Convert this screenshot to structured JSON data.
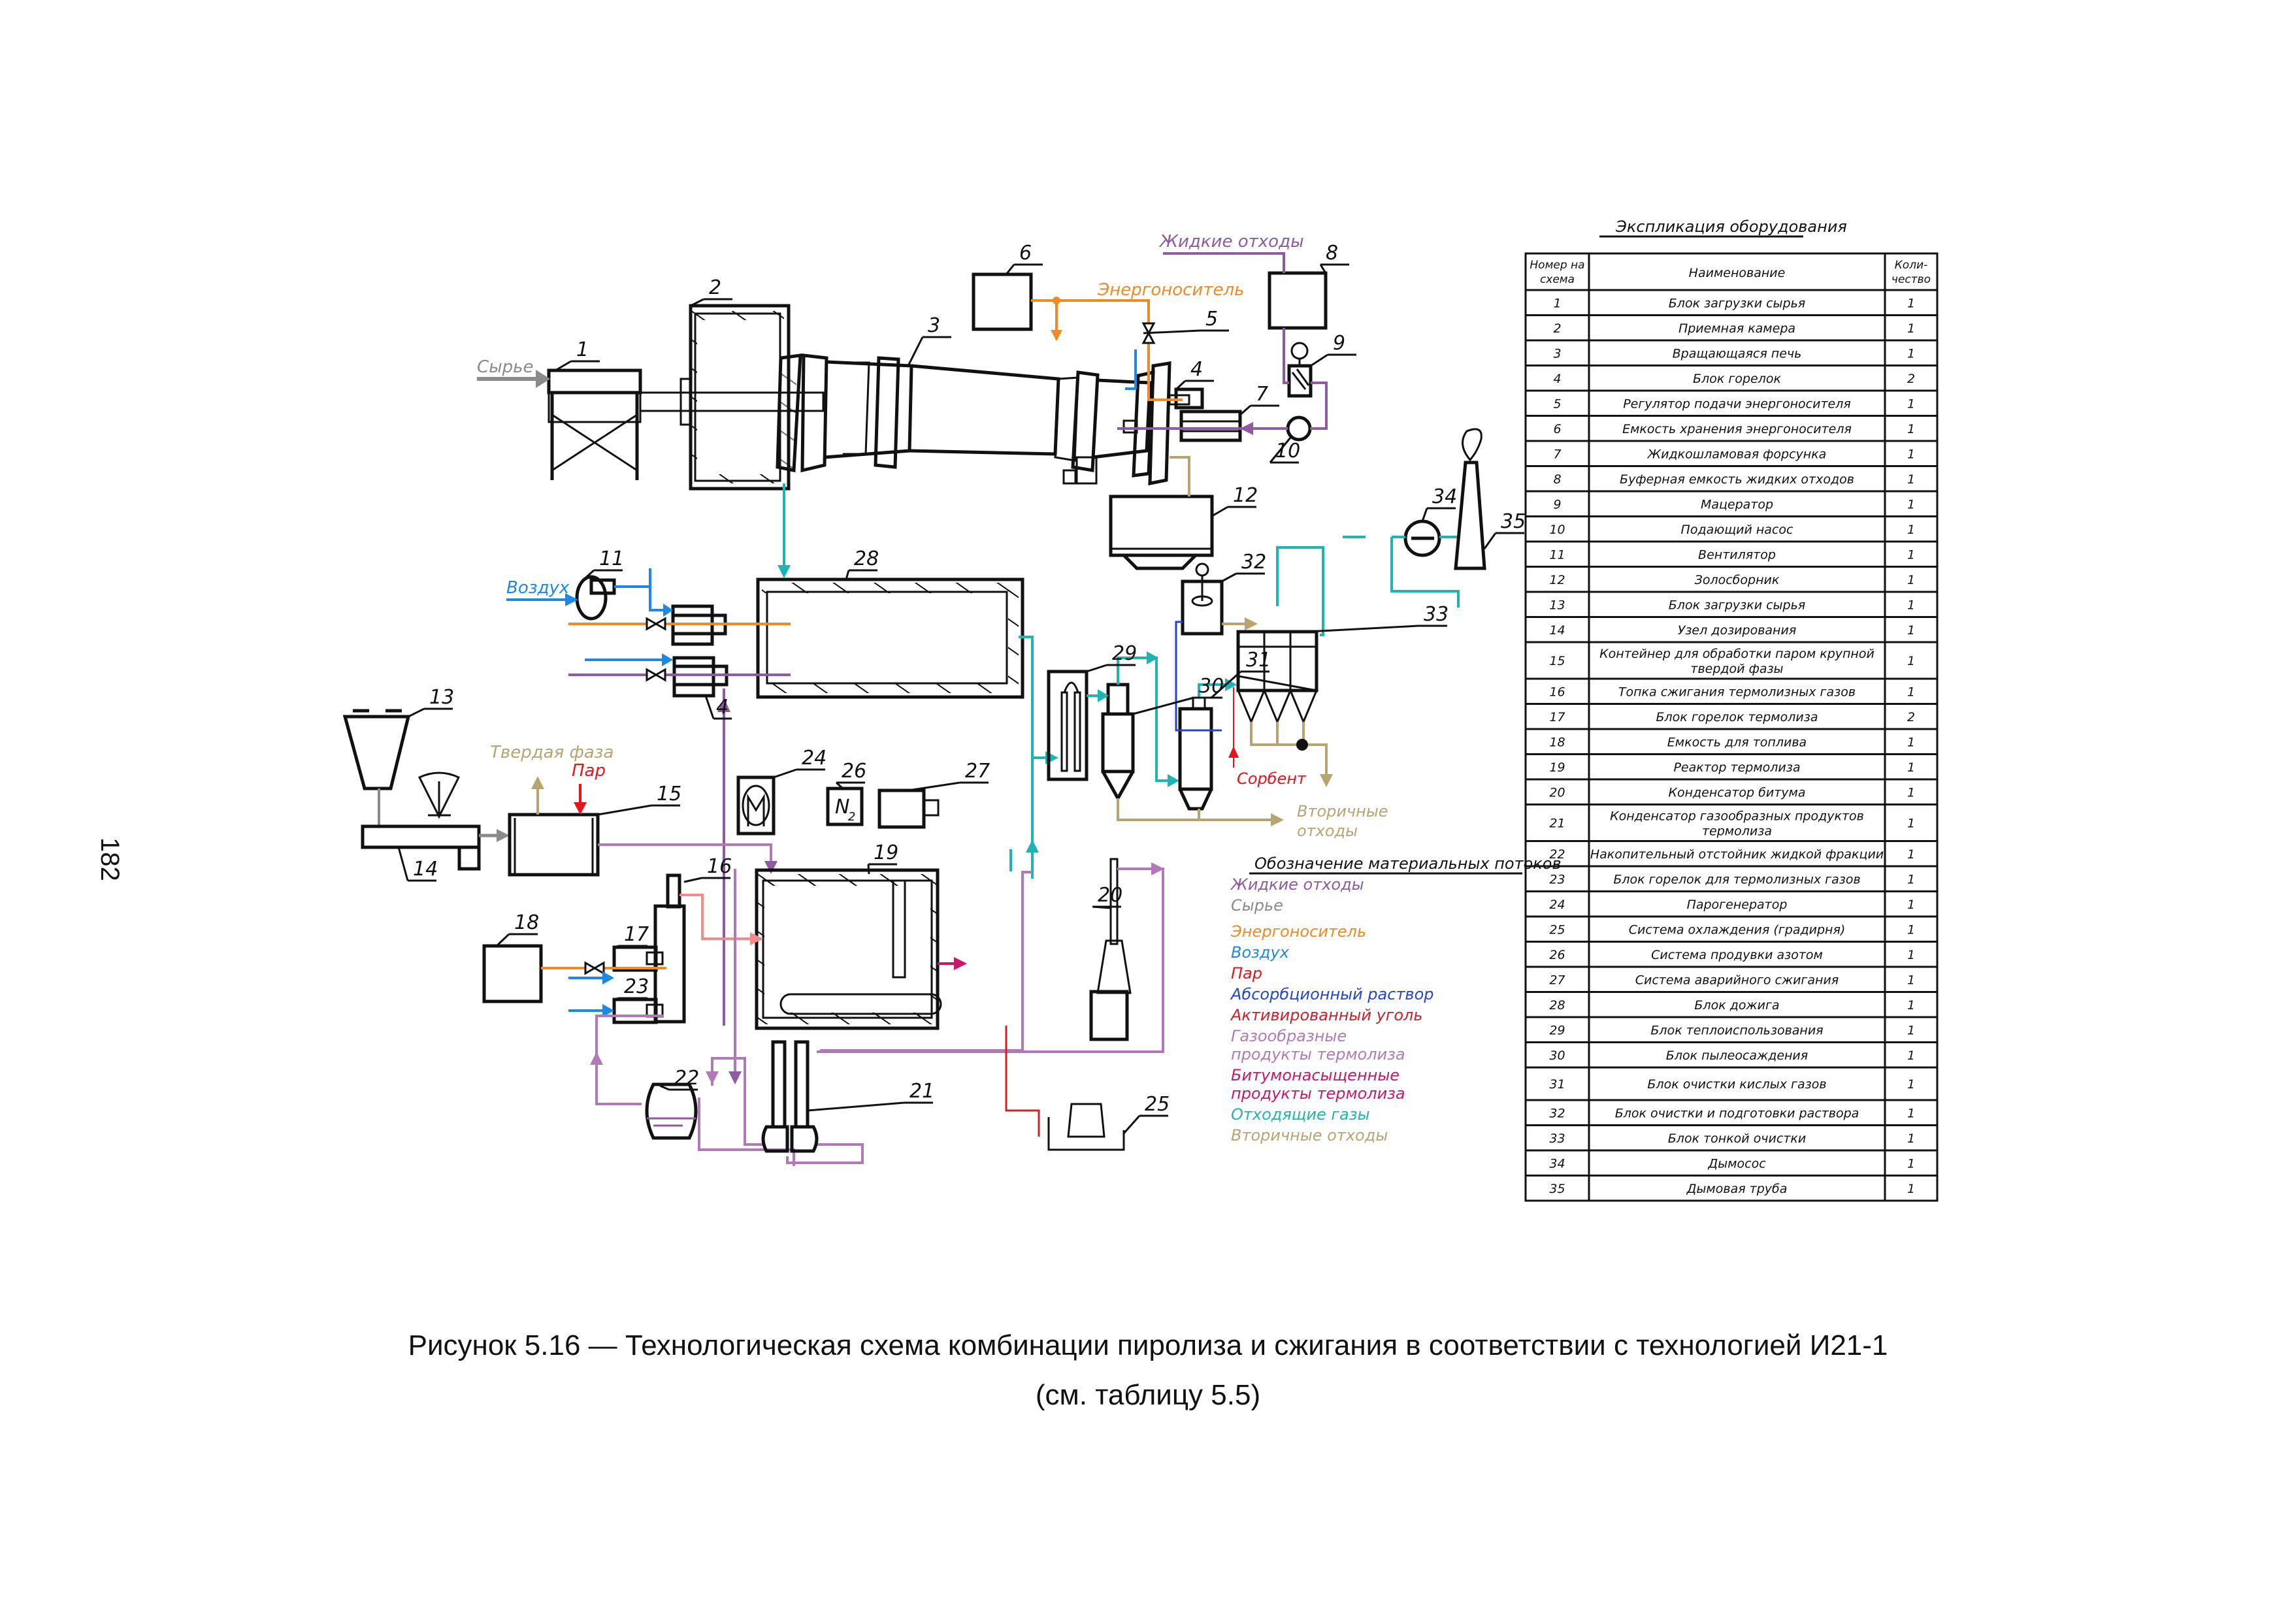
{
  "page_number": "182",
  "caption": {
    "line1": "Рисунок 5.16 — Технологическая схема комбинации пиролиза и сжигания в соответствии с технологией И21-1",
    "line2": "(см. таблицу 5.5)"
  },
  "diagram": {
    "stream_labels": {
      "raw": "Сырье",
      "liquid_waste": "Жидкие отходы",
      "energy_carrier": "Энергоноситель",
      "air": "Воздух",
      "solid_phase": "Твердая фаза",
      "steam": "Пар",
      "sorbent": "Сорбент",
      "secondary_waste_1": "Вторичные",
      "secondary_waste_2": "отходы",
      "n2": "N",
      "n2_sub": "2"
    },
    "callouts": [
      "1",
      "2",
      "3",
      "4",
      "5",
      "6",
      "7",
      "8",
      "9",
      "10",
      "11",
      "12",
      "13",
      "14",
      "15",
      "16",
      "17",
      "18",
      "19",
      "20",
      "21",
      "22",
      "23",
      "24",
      "25",
      "26",
      "27",
      "28",
      "29",
      "30",
      "31",
      "32",
      "33",
      "34",
      "35"
    ],
    "colors": {
      "liquid_waste": "#8e5aa0",
      "raw": "#8a8a8a",
      "energy_carrier": "#f08a24",
      "air": "#1e88e5",
      "steam": "#e8141c",
      "absorption_solution": "#2246c8",
      "activated_carbon": "#d2202a",
      "gaseous_products": "#b07ab8",
      "bitumen_products": "#c8186e",
      "flue_gases": "#1eb4b4",
      "secondary_waste": "#b8a46e",
      "pink_gas": "#f08c8c"
    }
  },
  "legend": {
    "title": "Обозначение материальных потоков",
    "items": [
      {
        "label": "Жидкие отходы",
        "color": "#8e5aa0"
      },
      {
        "label": "Сырье",
        "color": "#8a8a8a"
      },
      {
        "label": "Энергоноситель",
        "color": "#f08a24"
      },
      {
        "label": "Воздух",
        "color": "#1e88e5"
      },
      {
        "label": "Пар",
        "color": "#e8141c"
      },
      {
        "label": "Абсорбционный раствор",
        "color": "#2246c8"
      },
      {
        "label": "Активированный уголь",
        "color": "#d2202a"
      },
      {
        "label": "Газообразные",
        "label2": "продукты термолиза",
        "color": "#b07ab8"
      },
      {
        "label": "Битумонасыщенные",
        "label2": "продукты термолиза",
        "color": "#c8186e"
      },
      {
        "label": "Отходящие газы",
        "color": "#1eb4b4"
      },
      {
        "label": "Вторичные отходы",
        "color": "#b8a46e"
      }
    ]
  },
  "equipment_table": {
    "title": "Экспликация оборудования",
    "headers": {
      "num1": "Номер на",
      "num2": "схема",
      "name": "Наименование",
      "qty1": "Коли-",
      "qty2": "чество"
    },
    "rows": [
      {
        "n": "1",
        "name": "Блок загрузки сырья",
        "q": "1"
      },
      {
        "n": "2",
        "name": "Приемная камера",
        "q": "1"
      },
      {
        "n": "3",
        "name": "Вращающаяся печь",
        "q": "1"
      },
      {
        "n": "4",
        "name": "Блок горелок",
        "q": "2"
      },
      {
        "n": "5",
        "name": "Регулятор подачи энергоносителя",
        "q": "1"
      },
      {
        "n": "6",
        "name": "Емкость хранения энергоносителя",
        "q": "1"
      },
      {
        "n": "7",
        "name": "Жидкошламовая форсунка",
        "q": "1"
      },
      {
        "n": "8",
        "name": "Буферная емкость жидких отходов",
        "q": "1"
      },
      {
        "n": "9",
        "name": "Мацератор",
        "q": "1"
      },
      {
        "n": "10",
        "name": "Подающий насос",
        "q": "1"
      },
      {
        "n": "11",
        "name": "Вентилятор",
        "q": "1"
      },
      {
        "n": "12",
        "name": "Золосборник",
        "q": "1"
      },
      {
        "n": "13",
        "name": "Блок загрузки сырья",
        "q": "1"
      },
      {
        "n": "14",
        "name": "Узел дозирования",
        "q": "1"
      },
      {
        "n": "15",
        "name": "Контейнер для обработки паром крупной",
        "name2": "твердой фазы",
        "q": "1"
      },
      {
        "n": "16",
        "name": "Топка сжигания термолизных газов",
        "q": "1"
      },
      {
        "n": "17",
        "name": "Блок горелок термолиза",
        "q": "2"
      },
      {
        "n": "18",
        "name": "Емкость для топлива",
        "q": "1"
      },
      {
        "n": "19",
        "name": "Реактор термолиза",
        "q": "1"
      },
      {
        "n": "20",
        "name": "Конденсатор битума",
        "q": "1"
      },
      {
        "n": "21",
        "name": "Конденсатор газообразных продуктов",
        "name2": "термолиза",
        "q": "1"
      },
      {
        "n": "22",
        "name": "Накопительный отстойник жидкой фракции",
        "q": "1"
      },
      {
        "n": "23",
        "name": "Блок горелок для термолизных газов",
        "q": "1"
      },
      {
        "n": "24",
        "name": "Парогенератор",
        "q": "1"
      },
      {
        "n": "25",
        "name": "Система охлаждения (градирня)",
        "q": "1"
      },
      {
        "n": "26",
        "name": "Система продувки азотом",
        "q": "1"
      },
      {
        "n": "27",
        "name": "Система аварийного сжигания",
        "q": "1"
      },
      {
        "n": "28",
        "name": "Блок дожига",
        "q": "1"
      },
      {
        "n": "29",
        "name": "Блок теплоиспользования",
        "q": "1"
      },
      {
        "n": "30",
        "name": "Блок пылеосаждения",
        "q": "1"
      },
      {
        "n": "31",
        "name": "Блок очистки кислых газов",
        "q": "1"
      },
      {
        "n": "32",
        "name": "Блок очистки и подготовки раствора",
        "q": "1"
      },
      {
        "n": "33",
        "name": "Блок тонкой очистки",
        "q": "1"
      },
      {
        "n": "34",
        "name": "Дымосос",
        "q": "1"
      },
      {
        "n": "35",
        "name": "Дымовая труба",
        "q": "1"
      }
    ]
  }
}
